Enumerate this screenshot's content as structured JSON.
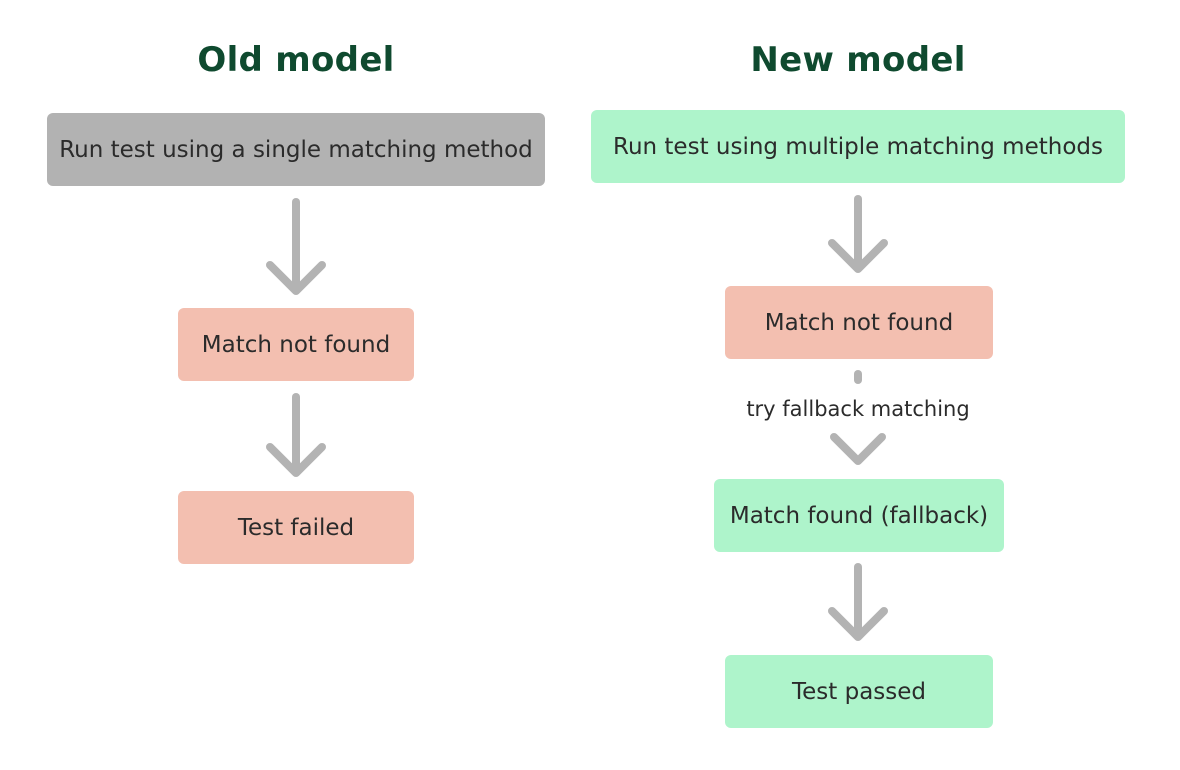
{
  "old_model": {
    "title": "Old model",
    "steps": [
      "Run test using a single matching method",
      "Match not found",
      "Test failed"
    ]
  },
  "new_model": {
    "title": "New model",
    "steps": [
      "Run test using multiple matching methods",
      "Match not found",
      "Match found (fallback)",
      "Test passed"
    ],
    "fallback_label": "try fallback matching"
  },
  "colors": {
    "title": "#0f4a2f",
    "start_old": "#b2b2b2",
    "failure": "#f3bfb0",
    "success": "#aef4cb",
    "arrow": "#b3b3b3"
  }
}
